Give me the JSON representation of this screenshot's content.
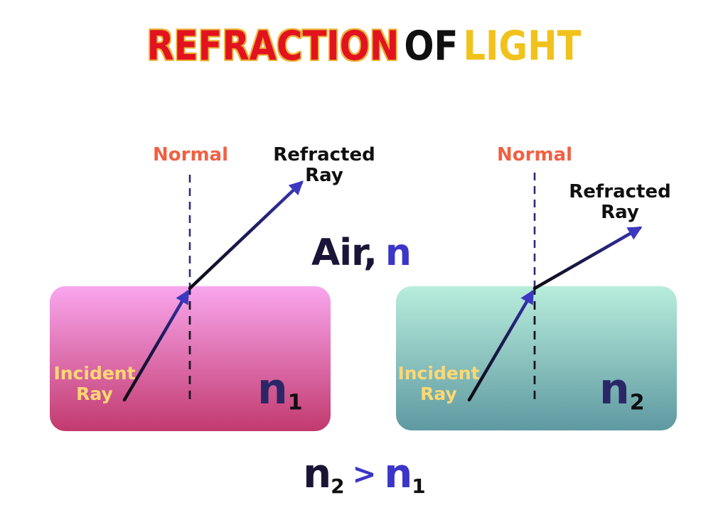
{
  "title": {
    "word1": "REFRACTION",
    "word2": "OF",
    "word3": "LIGHT"
  },
  "air_region": {
    "label": "Air,",
    "index_symbol": "n"
  },
  "diagrams": {
    "left": {
      "normal_label": "Normal",
      "refracted_label_line1": "Refracted",
      "refracted_label_line2": "Ray",
      "incident_label_line1": "Incident",
      "incident_label_line2": "Ray",
      "medium_index_base": "n",
      "medium_index_sub": "1"
    },
    "right": {
      "normal_label": "Normal",
      "refracted_label_line1": "Refracted",
      "refracted_label_line2": "Ray",
      "incident_label_line1": "Incident",
      "incident_label_line2": "Ray",
      "medium_index_base": "n",
      "medium_index_sub": "2"
    }
  },
  "conclusion": {
    "lhs_base": "n",
    "lhs_sub": "2",
    "operator": ">",
    "rhs_base": "n",
    "rhs_sub": "1"
  },
  "colors": {
    "background": "#ffffff",
    "title-red": "#e2131f",
    "title-outline": "#e9b63c",
    "title-black": "#101010",
    "title-gold": "#f2c21c",
    "normal-coral": "#f06043",
    "incident-yellow": "#ffd873",
    "label-black": "#101010",
    "ray-blue": "#3c38bf",
    "ray-mid": "#1c1c55",
    "ray-dark": "#0b0b10",
    "dash-blue": "#2e2b78",
    "dash-dark": "#16161f",
    "medium1-top": "#f9a6ee",
    "medium1-bottom": "#c23a6e",
    "medium2-top": "#b8eddc",
    "medium2-bottom": "#5f99a1",
    "air-navy": "#1a1538",
    "air-blue": "#3b36c8",
    "index-navy": "#2b2767",
    "index-sub-black": "#101010",
    "conclusion-dark": "#1b1535",
    "conclusion-blue": "#3b36c8"
  }
}
